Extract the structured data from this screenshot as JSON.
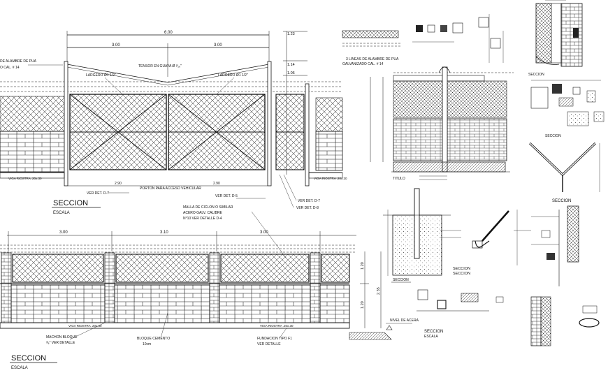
{
  "gate_elevation": {
    "dim_total": "6.00",
    "dim_left": "3.00",
    "dim_right": "3.00",
    "dim_right_top": "1.23",
    "dim_right_mid1": "1.14",
    "dim_right_mid2": "1.06",
    "barbed_wire_note_line1": "DE ALAMBRE DE PUA",
    "barbed_wire_note_line2": "O CAL. # 14",
    "tensor_note": "TENSOR EN GUAYA Ø ³⁄₁₆\"",
    "largero_left": "LARGERO Ø1 1/2\"",
    "largero_right": "LARGERO Ø1 1/2\"",
    "viga_left": "VIGA RIOSTRA .20x.30",
    "viga_right": "VIGA RIOSTRA .20x.30",
    "ver_det_d7_left": "VER DET. D-7",
    "dim_bottom_left": "2.90",
    "porton_note": "PORTON PARA ACCESO VEHICULAR",
    "dim_bottom_right": "2.90",
    "ver_det_d5": "VER DET. D-5",
    "ver_det_d7_right": "VER DET. D-7",
    "ver_det_d8": "VER DET. D-8",
    "malla_note_line1": "MALLA DE CICLON O SIMILAR",
    "malla_note_line2": "ACERO GALV. CALIBRE",
    "malla_note_line3": "N°10 VER DETALLE D-4",
    "title": "SECCION",
    "scale": "ESCALA"
  },
  "fence_elevation": {
    "dim_1": "3.00",
    "dim_2": "3.10",
    "dim_3": "3.00",
    "dim_v_top": "1.20",
    "dim_v_bottom": "1.20",
    "dim_v_total": "2.35",
    "viga_left": "VIGA RIOSTRA .20x.30",
    "viga_right": "VIGA RIOSTRA .20x.30",
    "machon_line1": "MACHON BLOQUE",
    "machon_line2": "³⁄₈\" VER DETALLE",
    "bloque_line1": "BLOQUE CEMENTO",
    "bloque_line2": "10cm",
    "fundacion_line1": "FUNDACION TIPO F1",
    "fundacion_line2": "VER DETALLE",
    "nivel_acera": "NIVEL DE ACERA",
    "title": "SECCION",
    "scale": "ESCALA"
  },
  "side_section": {
    "barbed_note_line1": "3 LINEAS DE ALAMBRE DE PUA",
    "barbed_note_line2": "GALVANIZADO CAL. # 14",
    "titulo": "TITULO"
  },
  "details": {
    "seccion_a": "SECCION",
    "seccion_b": "SECCION",
    "seccion_b2": "SECCION",
    "seccion_c": "SECCION",
    "seccion_d": "SECCION",
    "seccion_e": "SECCION",
    "escala": "ESCALA"
  }
}
